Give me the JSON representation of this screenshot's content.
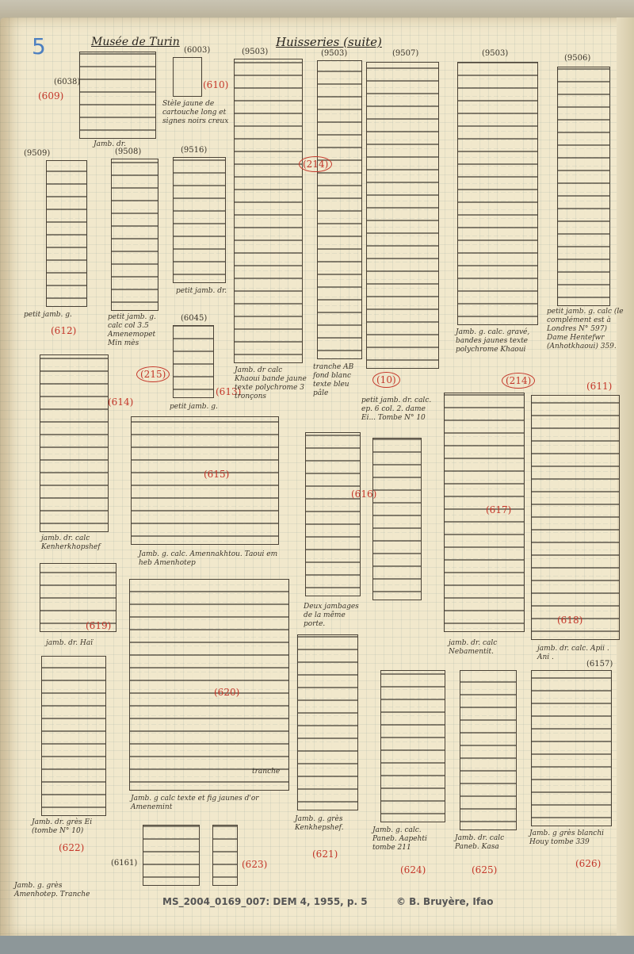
{
  "page_number": "5",
  "headings": {
    "museum": "Musée de Turin",
    "section": "Huisseries (suite)"
  },
  "refs": [
    "(6038)",
    "(6003)",
    "(9503)",
    "(9503)",
    "(9507)",
    "(9503)",
    "(9506)",
    "(9509)",
    "(9508)",
    "(9516)",
    "(6045)",
    "(6161)",
    "(6157)"
  ],
  "catalog_numbers": [
    "(609)",
    "(610)",
    "(214)",
    "(612)",
    "(215)",
    "(613)",
    "(10)",
    "(214)",
    "(611)",
    "(614)",
    "(615)",
    "(616)",
    "(617)",
    "(618)",
    "(619)",
    "(620)",
    "(622)",
    "(621)",
    "(624)",
    "(625)",
    "(626)",
    "(623)"
  ],
  "captions": {
    "c609": "Jamb. dr.",
    "c610": "Stèle jaune de cartouche long et signes noirs creux",
    "c612": "petit jamb. g.",
    "c215": "petit jamb. g. calc col 3.5 Amenemopet Min mès",
    "c9516": "petit jamb. dr.",
    "c613": "petit jamb. g.",
    "c214a": "Jamb. dr calc Khaoui bande jaune texte polychrome 3 tronçons",
    "c_tranche": "tranche AB fond blanc texte bleu pâle",
    "c10": "petit jamb. dr. calc. ep. 6 col. 2. dame Ei... Tombe N° 10",
    "c214b": "Jamb. g. calc. gravé, bandes jaunes texte polychrome Khaoui",
    "c611": "petit jamb. g. calc (le complément est à Londres N° 597) Dame Hentefwr (Anhotkhaoui) 359.",
    "c614": "jamb. dr. calc Kenherkhopshef",
    "c615": "Jamb. g. calc. Amennakhtou. Taoui em heb Amenhotep",
    "c616": "Deux jambages de la même porte.",
    "c617": "jamb. dr. calc Nebamentit.",
    "c618": "jamb. dr. calc. Apii . Ani .",
    "c619": "jamb. dr. Haï",
    "c620": "Jamb. g calc texte et fig jaunes d'or Amenemint",
    "c_tranche2": "tranche",
    "c622": "Jamb. dr. grès Ei (tombe N° 10)",
    "c621": "Jamb. g. grès Kenkhepshef.",
    "c624": "Jamb. g. calc. Paneb. Aapehti tombe 211",
    "c625": "Jamb. dr. calc Paneb. Kasa",
    "c626": "Jamb. g grès blanchi Houy tombe 339",
    "c623": "Jamb. g. grès Amenhotep. Tranche"
  },
  "footer": {
    "id": "MS_2004_0169_007: DEM 4, 1955, p. 5",
    "credit": "© B. Bruyère, Ifao"
  },
  "colors": {
    "paper": "#f1e8cc",
    "ink": "#3a342a",
    "red_ink": "#c4372a",
    "blue_pencil": "#4c7fc0"
  }
}
